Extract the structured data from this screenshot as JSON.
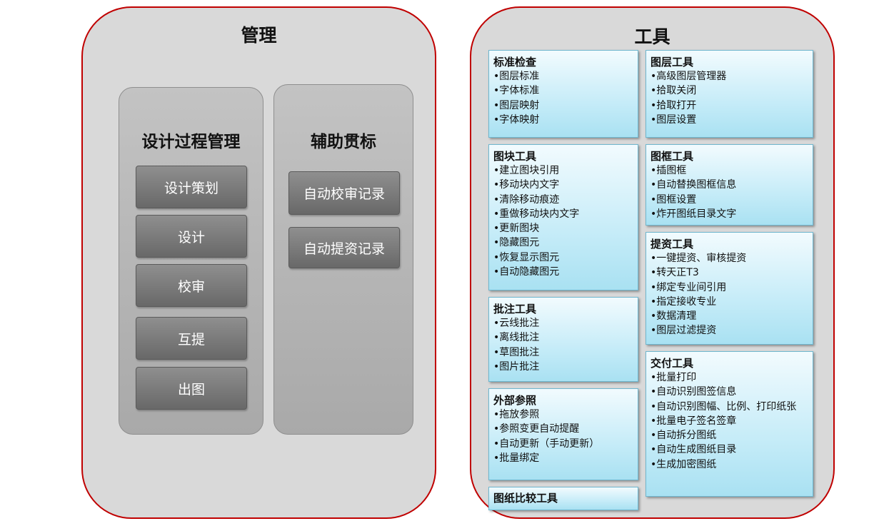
{
  "management": {
    "title": "管理",
    "design_process": {
      "title": "设计过程管理",
      "steps": [
        "设计策划",
        "设计",
        "校审",
        "互提",
        "出图"
      ]
    },
    "auxiliary": {
      "title": "辅助贯标",
      "items": [
        "自动校审记录",
        "自动提资记录"
      ]
    }
  },
  "tools": {
    "title": "工具",
    "standard_check": {
      "title": "标准检查",
      "items": [
        "图层标准",
        "字体标准",
        "图层映射",
        "字体映射"
      ]
    },
    "layer_tools": {
      "title": "图层工具",
      "items": [
        "高级图层管理器",
        "拾取关闭",
        "拾取打开",
        "图层设置"
      ]
    },
    "block_tools": {
      "title": "图块工具",
      "items": [
        "建立图块引用",
        "移动块内文字",
        "清除移动痕迹",
        "重做移动块内文字",
        "更新图块",
        "隐藏图元",
        "恢复显示图元",
        "自动隐藏图元"
      ]
    },
    "frame_tools": {
      "title": "图框工具",
      "items": [
        "插图框",
        "自动替换图框信息",
        "图框设置",
        "炸开图纸目录文字"
      ]
    },
    "data_tools": {
      "title": "提资工具",
      "items": [
        "一键提资、审核提资",
        "转天正T3",
        "绑定专业间引用",
        "指定接收专业",
        "数据清理",
        "图层过滤提资"
      ]
    },
    "annotation_tools": {
      "title": "批注工具",
      "items": [
        "云线批注",
        "离线批注",
        "草图批注",
        "图片批注"
      ]
    },
    "delivery_tools": {
      "title": "交付工具",
      "items": [
        "批量打印",
        "自动识别图签信息",
        "自动识别图幅、比例、打印纸张",
        "批量电子签名签章",
        "自动拆分图纸",
        "自动生成图纸目录",
        "生成加密图纸"
      ]
    },
    "xref": {
      "title": "外部参照",
      "items": [
        "拖放参照",
        "参照变更自动提醒",
        "自动更新（手动更新）",
        "批量绑定"
      ]
    },
    "compare_tools": {
      "title": "图纸比较工具"
    }
  },
  "colors": {
    "panel_border": "#c00000",
    "panel_fill": "#d9d9d9",
    "tool_box_fill": "#c6ecf8"
  }
}
